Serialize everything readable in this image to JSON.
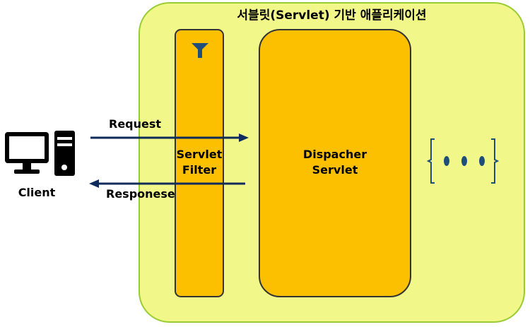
{
  "diagram": {
    "container_title": "서블릿(Servlet) 기반 애플리케이션",
    "filter_label_line1": "Servlet",
    "filter_label_line2": "Filter",
    "dispatcher_label_line1": "Dispacher",
    "dispatcher_label_line2": "Servlet",
    "client_label": "Client",
    "request_label": "Request",
    "response_label": "Responese",
    "ellipsis_icon": "ellipsis-bracket-icon",
    "filter_icon": "funnel-icon",
    "client_icon": "desktop-computer-icon"
  },
  "colors": {
    "container_fill": "#f2f78a",
    "container_border": "#99cc33",
    "box_fill": "#fcc000",
    "box_border": "#333333",
    "arrow": "#0f2b5b",
    "icon_blue": "#1f4e79"
  }
}
